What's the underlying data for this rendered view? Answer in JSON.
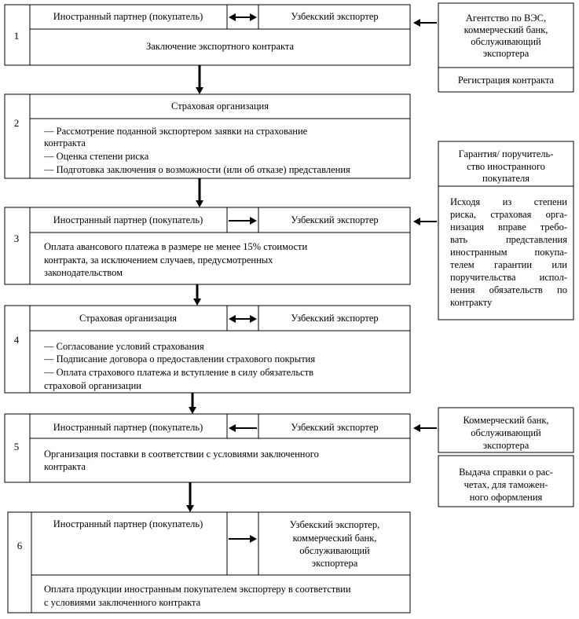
{
  "stages": [
    {
      "number": "1",
      "left_party": "Иностранный партнер (покупатель)",
      "right_party": "Узбекский экспортер",
      "action": "Заключение экспортного контракта"
    },
    {
      "number": "2",
      "header": "Страховая организация",
      "items": [
        "— Рассмотрение поданной экспортером заявки на страхование",
        "контракта",
        "— Оценка степени риска",
        "— Подготовка заключения о возможности (или об отказе) представления"
      ]
    },
    {
      "number": "3",
      "left_party": "Иностранный партнер (покупатель)",
      "right_party": "Узбекский экспортер",
      "action_lines": [
        "Оплата авансового платежа в размере не менее 15% стоимости",
        "контракта, за исключением случаев, предусмотренных",
        "законодательством"
      ]
    },
    {
      "number": "4",
      "left_party": "Страховая организация",
      "right_party": "Узбекский экспортер",
      "items": [
        "— Согласование условий страхования",
        "— Подписание договора о предоставлении страхового покрытия",
        "— Оплата страхового платежа и вступление в силу обязательств",
        "страховой организации"
      ]
    },
    {
      "number": "5",
      "left_party": "Иностранный партнер (покупатель)",
      "right_party": "Узбекский экспортер",
      "action_lines": [
        "Организация поставки в соответствии с условиями заключенного",
        "контракта"
      ]
    },
    {
      "number": "6",
      "left_party": "Иностранный партнер (покупатель)",
      "right_party_lines": [
        "Узбекский экспортер,",
        "коммерческий банк,",
        "обслуживающий",
        "экспортера"
      ],
      "action_lines": [
        "Оплата продукции иностранным покупателем экспортеру в соответствии",
        "с условиями заключенного контракта"
      ]
    }
  ],
  "side_boxes": {
    "agency": {
      "title_lines": [
        "Агентство по ВЭС,",
        "коммерческий банк,",
        "обслуживающий",
        "экспортера"
      ],
      "action": "Регистрация контракта"
    },
    "guarantee": {
      "title_lines": [
        "Гарантия/ поручитель-",
        "ство иностранного",
        "покупателя"
      ],
      "body_lines": [
        "Исходя из степени",
        "риска, страховая орга-",
        "низация вправе требо-",
        "вать представления",
        "иностранным покупа-",
        "телем гарантии или",
        "поручительства испол-",
        "нения обязательств по",
        "контракту"
      ]
    },
    "bank": {
      "title_lines": [
        "Коммерческий банк,",
        "обслуживающий",
        "экспортера"
      ],
      "body_lines": [
        "Выдача справки о рас-",
        "четах, для таможен-",
        "ного оформления"
      ]
    }
  }
}
